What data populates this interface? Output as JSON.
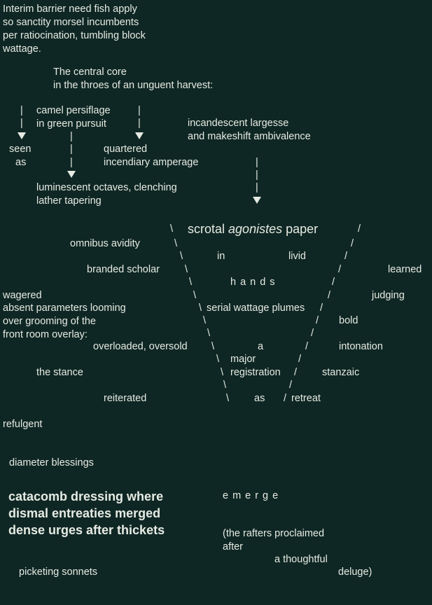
{
  "intro": "Interim barrier need fish apply\nso sanctity morsel incumbents\nper ratiocination, tumbling block\nwattage.",
  "central": "The central core\nin the throes of an unguent harvest:",
  "bar": "|",
  "camel": "camel persiflage\nin green pursuit",
  "incandescent": "incandescent largesse\nand makeshift ambivalence",
  "seen": "seen",
  "as1": "as",
  "quartered": "quartered\nincendiary amperage",
  "luminescent": "luminescent octaves, clenching\nlather tapering",
  "bs": "\\",
  "fs": "/",
  "title_a": "scrotal ",
  "title_b": "agonistes",
  "title_c": " paper",
  "omnibus": "omnibus avidity",
  "in": "in",
  "livid": "livid",
  "branded": "branded scholar",
  "learned": "learned",
  "hands": "hands",
  "wagered": "wagered",
  "judging": "judging",
  "absent": "absent parameters looming\nover grooming of the\nfront room overlay:",
  "serial": "serial wattage plumes",
  "bold": "bold",
  "overloaded": "overloaded, oversold",
  "a": "a",
  "intonation": "intonation",
  "major": "major",
  "stance": "the stance",
  "registration": "registration",
  "stanzaic": "stanzaic",
  "reiterated": "reiterated",
  "as2": "as",
  "retreat": "retreat",
  "refulgent": "refulgent",
  "diameter": "diameter blessings",
  "catacomb": "catacomb dressing where\ndismal entreaties merged\ndense urges after thickets",
  "emerge": "emerge",
  "rafters": "(the rafters proclaimed\nafter",
  "thoughtful": "a thoughtful",
  "picketing": "picketing sonnets",
  "deluge": "deluge)"
}
